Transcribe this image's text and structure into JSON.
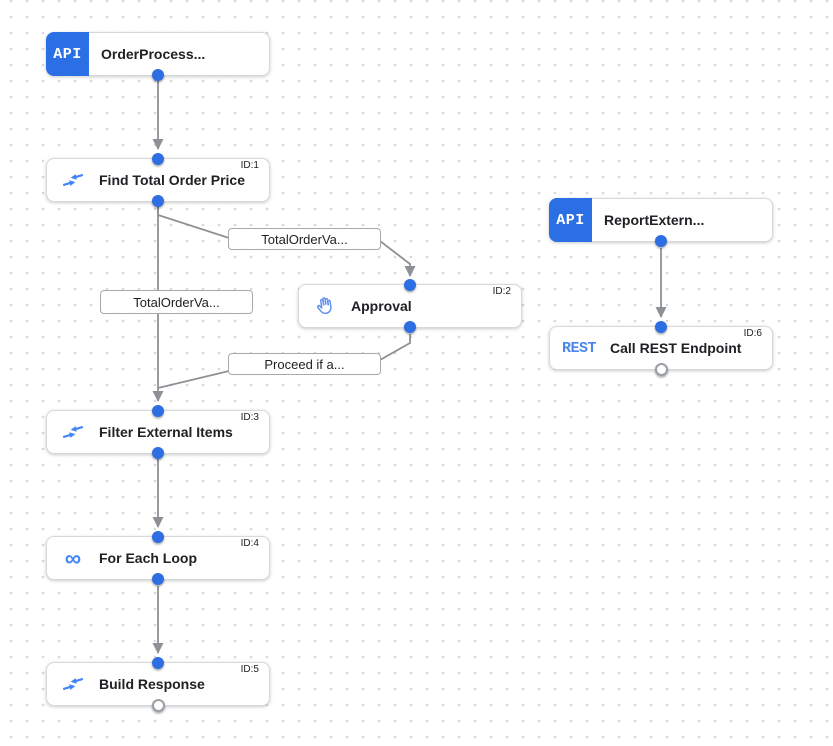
{
  "canvas": {
    "background": "#ffffff",
    "dot_color": "#d8d8d8"
  },
  "colors": {
    "badge_blue": "#2b6fe4",
    "icon_blue": "#4285f4",
    "connector_blue": "#2e6ee3",
    "edge_gray": "#8d9196"
  },
  "icons": {
    "infinity": "∞"
  },
  "nodes": [
    {
      "title": "OrderProcess...",
      "badge": "API"
    },
    {
      "title": "Find Total Order Price",
      "id_label": "ID:1",
      "icon": "data-mapping-icon"
    },
    {
      "title": "ReportExtern...",
      "badge": "API"
    },
    {
      "title": "Approval",
      "id_label": "ID:2",
      "icon": "hand-icon"
    },
    {
      "title": "Call REST Endpoint",
      "id_label": "ID:6",
      "badge": "REST"
    },
    {
      "title": "Filter External Items",
      "id_label": "ID:3",
      "icon": "data-mapping-icon"
    },
    {
      "title": "For Each Loop",
      "id_label": "ID:4",
      "icon": "infinity-icon"
    },
    {
      "title": "Build Response",
      "id_label": "ID:5",
      "icon": "data-mapping-icon"
    }
  ],
  "edge_labels": [
    {
      "text": "TotalOrderVa..."
    },
    {
      "text": "TotalOrderVa..."
    },
    {
      "text": "Proceed if a..."
    }
  ]
}
